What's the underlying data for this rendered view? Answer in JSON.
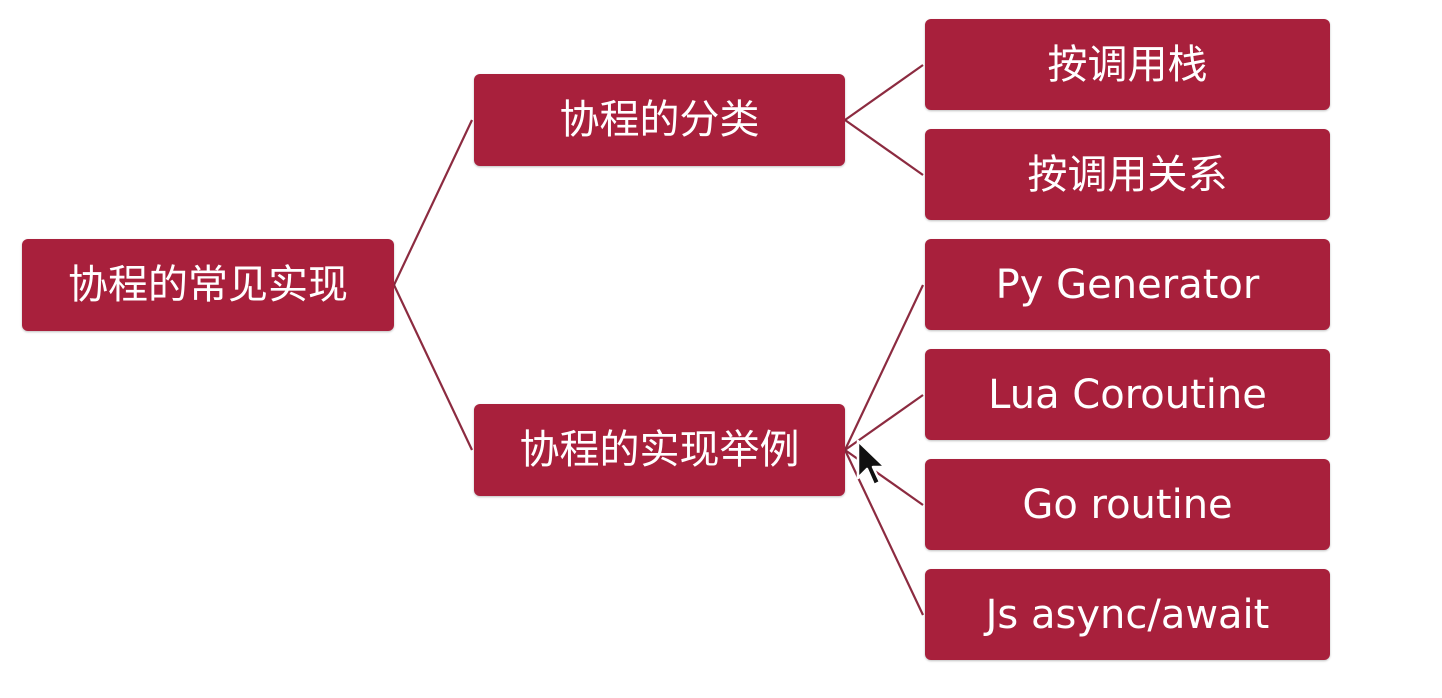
{
  "colors": {
    "node_fill": "#A8203C",
    "node_text": "#FFFFFF",
    "connector": "#8C2B40",
    "background": "#FFFFFF"
  },
  "mindmap": {
    "root": {
      "label": "协程的常见实现"
    },
    "branches": [
      {
        "label": "协程的分类",
        "children": [
          {
            "label": "按调用栈"
          },
          {
            "label": "按调用关系"
          }
        ]
      },
      {
        "label": "协程的实现举例",
        "children": [
          {
            "label": "Py Generator"
          },
          {
            "label": "Lua Coroutine"
          },
          {
            "label": "Go routine"
          },
          {
            "label": "Js async/await"
          }
        ]
      }
    ]
  },
  "cursor": {
    "icon": "arrow-cursor-icon"
  }
}
